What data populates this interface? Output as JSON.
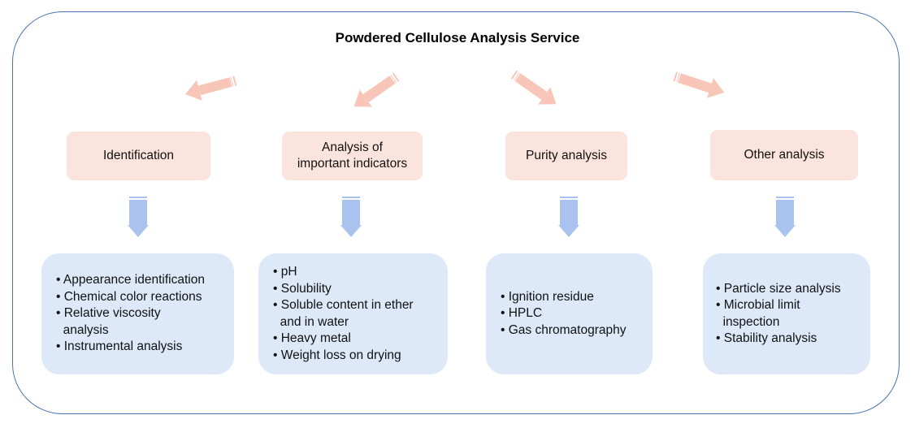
{
  "title": "Powdered Cellulose Analysis Service",
  "categories": [
    {
      "label": "Identification",
      "items": [
        "• Appearance identification",
        "• Chemical color reactions",
        "• Relative viscosity",
        "  analysis",
        "• Instrumental analysis"
      ]
    },
    {
      "label": "Analysis of\nimportant indicators",
      "items": [
        "• pH",
        "• Solubility",
        "• Soluble content in ether",
        "  and in water",
        "• Heavy metal",
        "• Weight loss on drying"
      ]
    },
    {
      "label": "Purity analysis",
      "items": [
        "• Ignition residue",
        "• HPLC",
        "• Gas chromatography"
      ]
    },
    {
      "label": "Other analysis",
      "items": [
        "• Particle size analysis",
        "• Microbial limit",
        "  inspection",
        "• Stability analysis"
      ]
    }
  ],
  "colors": {
    "border": "#4a72b0",
    "category_fill": "#fce4de",
    "detail_fill": "#dde8f8",
    "pink_arrow": "#f8c6b8",
    "blue_arrow": "#a9c3ee"
  }
}
